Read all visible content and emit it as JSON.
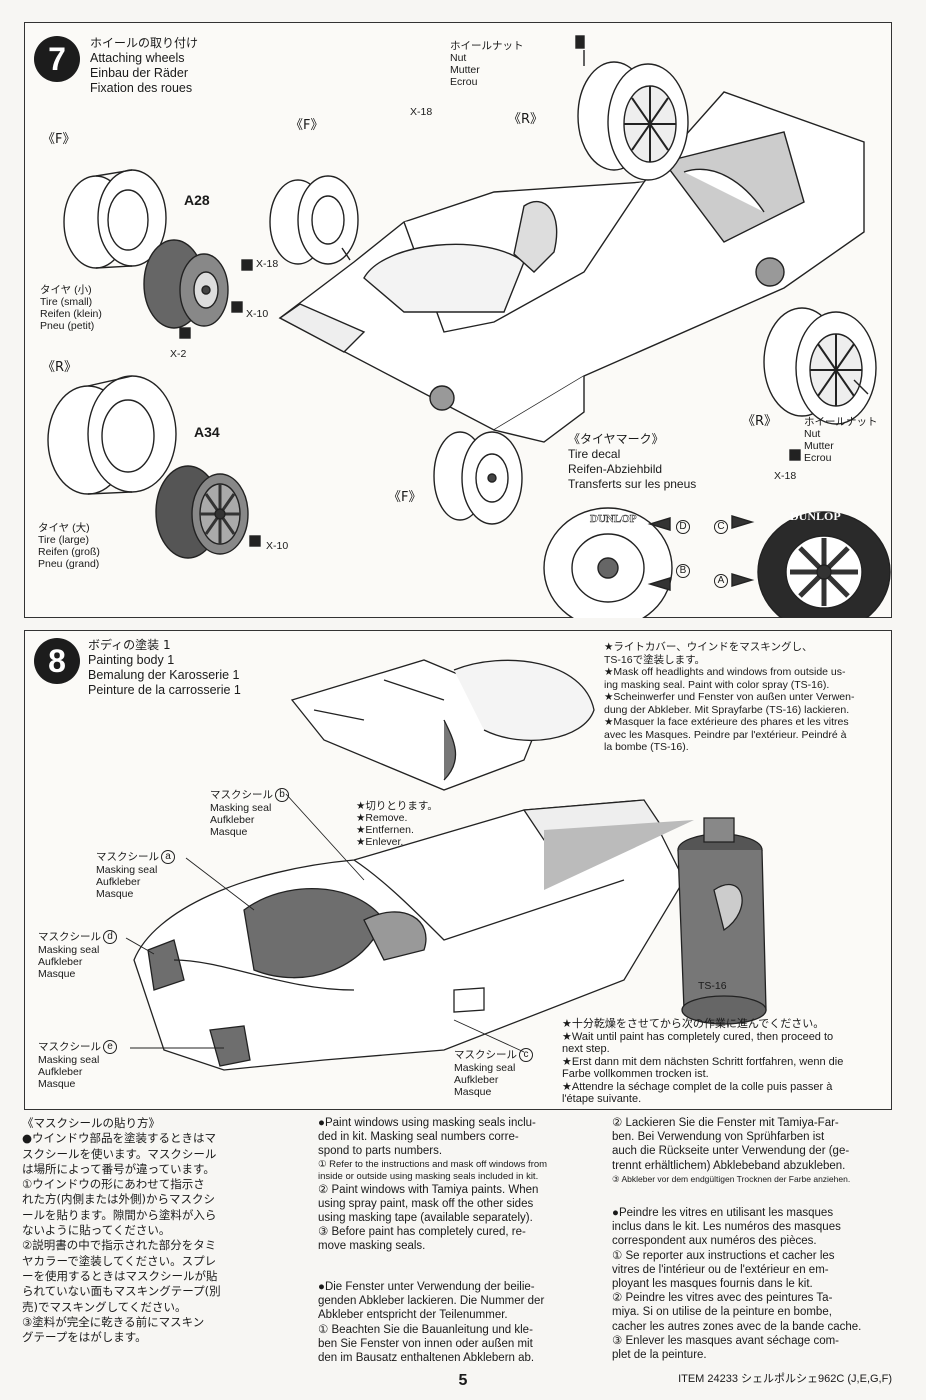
{
  "step7": {
    "number": "7",
    "title": [
      "ホイールの取り付け",
      "Attaching wheels",
      "Einbau der Räder",
      "Fixation des roues"
    ],
    "labels": {
      "front_tag_left": "《F》",
      "front_tag_mid": "《F》",
      "front_tag_bottom": "《F》",
      "rear_tag_left": "《R》",
      "rear_tag_top": "《R》",
      "rear_tag_right": "《R》",
      "part_a28": "A28",
      "part_a34": "A34",
      "x18_a": "X-18",
      "x10_a": "X-10",
      "x2": "X-2",
      "x10_b": "X-10",
      "x18_top": "X-18",
      "x18_right": "X-18",
      "tire_small": [
        "タイヤ (小)",
        "Tire (small)",
        "Reifen (klein)",
        "Pneu (petit)"
      ],
      "tire_large": [
        "タイヤ (大)",
        "Tire (large)",
        "Reifen (groß)",
        "Pneu (grand)"
      ],
      "nut_top": [
        "ホイールナット",
        "Nut",
        "Mutter",
        "Ecrou"
      ],
      "nut_right": [
        "ホイールナット",
        "Nut",
        "Mutter",
        "Ecrou"
      ],
      "tire_decal": [
        "《タイヤマーク》",
        "Tire decal",
        "Reifen-Abziehbild",
        "Transferts sur les pneus"
      ],
      "decal_brand": "DUNLOP",
      "decal_a": "A",
      "decal_b": "B",
      "decal_c": "C",
      "decal_d": "D"
    }
  },
  "step8": {
    "number": "8",
    "title": [
      "ボディの塗装 1",
      "Painting body 1",
      "Bemalung der Karosserie 1",
      "Peinture de la carrosserie 1"
    ],
    "note_top": [
      "★ライトカバー、ウインドをマスキングし、",
      "TS-16で塗装します。",
      "★Mask off headlights and windows from outside us-",
      "ing masking seal. Paint with color spray (TS-16).",
      "★Scheinwerfer und Fenster von außen unter Verwen-",
      "dung der Abkleber. Mit Sprayfarbe (TS-16) lackieren.",
      "★Masquer la face extérieure des phares et les vitres",
      "avec les Masques. Peindre par l'extérieur. Peindré à",
      "la bombe (TS-16)."
    ],
    "remove_note": [
      "★切りとります。",
      "★Remove.",
      "★Entfernen.",
      "★Enlever."
    ],
    "mask_b": [
      "マスクシール",
      "Masking seal",
      "Aufkleber",
      "Masque"
    ],
    "mask_a": [
      "マスクシール",
      "Masking seal",
      "Aufkleber",
      "Masque"
    ],
    "mask_d": [
      "マスクシール",
      "Masking seal",
      "Aufkleber",
      "Masque"
    ],
    "mask_e": [
      "マスクシール",
      "Masking seal",
      "Aufkleber",
      "Masque"
    ],
    "mask_c": [
      "マスクシール",
      "Masking seal",
      "Aufkleber",
      "Masque"
    ],
    "circ_a": "a",
    "circ_b": "b",
    "circ_c": "c",
    "circ_d": "d",
    "circ_e": "e",
    "spray_label": "TS-16",
    "note_bottom": [
      "★十分乾燥をさせてから次の作業に進んでください。",
      "★Wait until paint has completely cured, then proceed to",
      "next step.",
      "★Erst dann mit dem nächsten Schritt fortfahren, wenn die",
      "Farbe vollkommen trocken ist.",
      "★Attendre la séchage complet de la colle puis passer à",
      "l'étape suivante."
    ]
  },
  "instructions": {
    "jp": [
      "《マスクシールの貼り方》",
      "●ウインドウ部品を塗装するときはマ",
      "スクシールを使います。マスクシール",
      "は場所によって番号が違っています。",
      "①ウインドウの形にあわせて指示さ",
      "れた方(内側または外側)からマスクシ",
      "ールを貼ります。隙間から塗料が入ら",
      "ないように貼ってください。",
      "②説明書の中で指示された部分をタミ",
      "ヤカラーで塗装してください。スプレ",
      "ーを使用するときはマスクシールが貼",
      "られていない面もマスキングテープ(別",
      "売)でマスキングしてください。",
      "③塗料が完全に乾きる前にマスキン",
      "グテープをはがします。"
    ],
    "en": [
      "●Paint windows using masking seals inclu-",
      "ded in kit. Masking seal numbers corre-",
      "spond to parts numbers.",
      "① Refer to the instructions and mask off windows from",
      "inside or outside using masking seals included in kit.",
      "② Paint windows with Tamiya paints. When",
      "using spray paint, mask off the other sides",
      "using masking tape (available separately).",
      "③ Before paint has completely cured, re-",
      "move masking seals."
    ],
    "de_a": [
      "●Die Fenster unter Verwendung der beilie-",
      "genden Abkleber lackieren. Die Nummer der",
      "Abkleber entspricht der Teilenummer.",
      "① Beachten Sie die Bauanleitung und kle-",
      "ben Sie Fenster von innen oder außen mit",
      "den im Bausatz enthaltenen Abklebern ab."
    ],
    "de_b": [
      "② Lackieren Sie die Fenster mit Tamiya-Far-",
      "ben. Bei Verwendung von Sprühfarben ist",
      "auch die Rückseite unter Verwendung der (ge-",
      "trennt erhältlichem) Abklebeband abzukleben.",
      "③ Abkleber vor dem endgültigen Trocknen der Farbe anziehen."
    ],
    "fr": [
      "●Peindre les vitres en utilisant les masques",
      "inclus dans le kit. Les numéros des masques",
      "correspondent aux numéros des pièces.",
      "① Se reporter aux instructions et cacher les",
      "vitres de l'intérieur ou de l'extérieur en em-",
      "ployant les masques fournis dans le kit.",
      "② Peindre les vitres avec des peintures Ta-",
      "miya. Si on utilise de la peinture en bombe,",
      "cacher les autres zones avec de la bande cache.",
      "③ Enlever les masques avant séchage com-",
      "plet de la peinture."
    ]
  },
  "footer": {
    "page": "5",
    "item": "ITEM 24233 シェルポルシェ962C (J,E,G,F)"
  }
}
